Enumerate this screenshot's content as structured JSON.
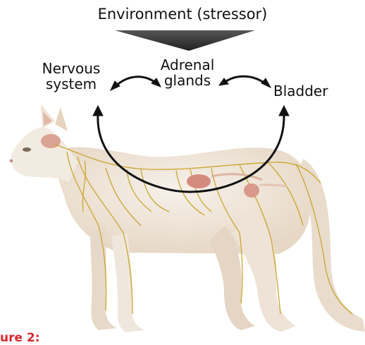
{
  "diagram": {
    "title": "Environment (stressor)",
    "nodes": {
      "nervous_system": "Nervous\nsystem",
      "adrenal_glands": "Adrenal\nglands",
      "bladder": "Bladder"
    },
    "caption_fragment": "ure 2:",
    "colors": {
      "arrow": "#111111",
      "wedge": "#3a3a3a",
      "nerves": "#c9a227",
      "fur": "#f1e9df",
      "fur_shade": "#d8c3ac",
      "organ": "#d9968a",
      "caption": "#d8272e"
    }
  }
}
